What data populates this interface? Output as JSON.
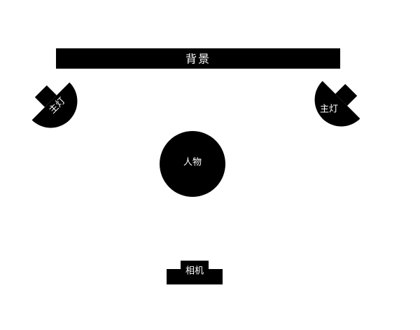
{
  "diagram": {
    "background_label": "背景",
    "left_light_label": "主灯",
    "right_light_label": "主灯",
    "subject_label": "人物",
    "camera_label": "相机"
  },
  "colors": {
    "ink": "#000000",
    "text": "#ffffff",
    "page": "#ffffff"
  }
}
